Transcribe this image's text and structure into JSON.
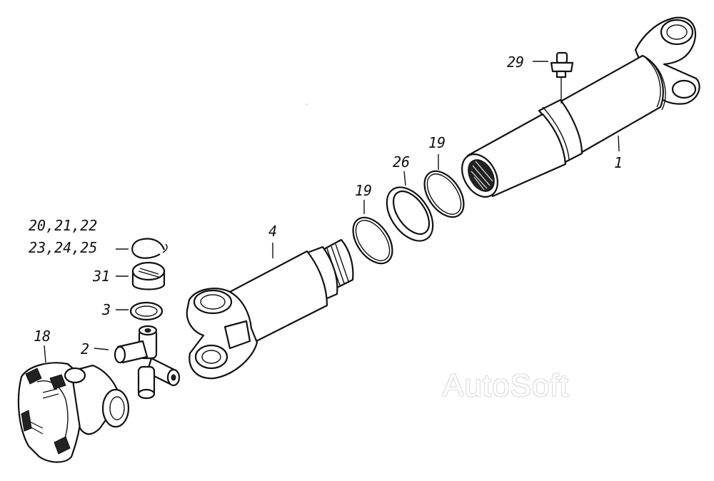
{
  "labels": {
    "p1": "1",
    "p2": "2",
    "p3": "3",
    "p4": "4",
    "p18": "18",
    "p19a": "19",
    "p19b": "19",
    "p20": "20,21,22",
    "p23": "23,24,25",
    "p26": "26",
    "p29": "29",
    "p31": "31"
  },
  "watermark": "AutoSoft"
}
